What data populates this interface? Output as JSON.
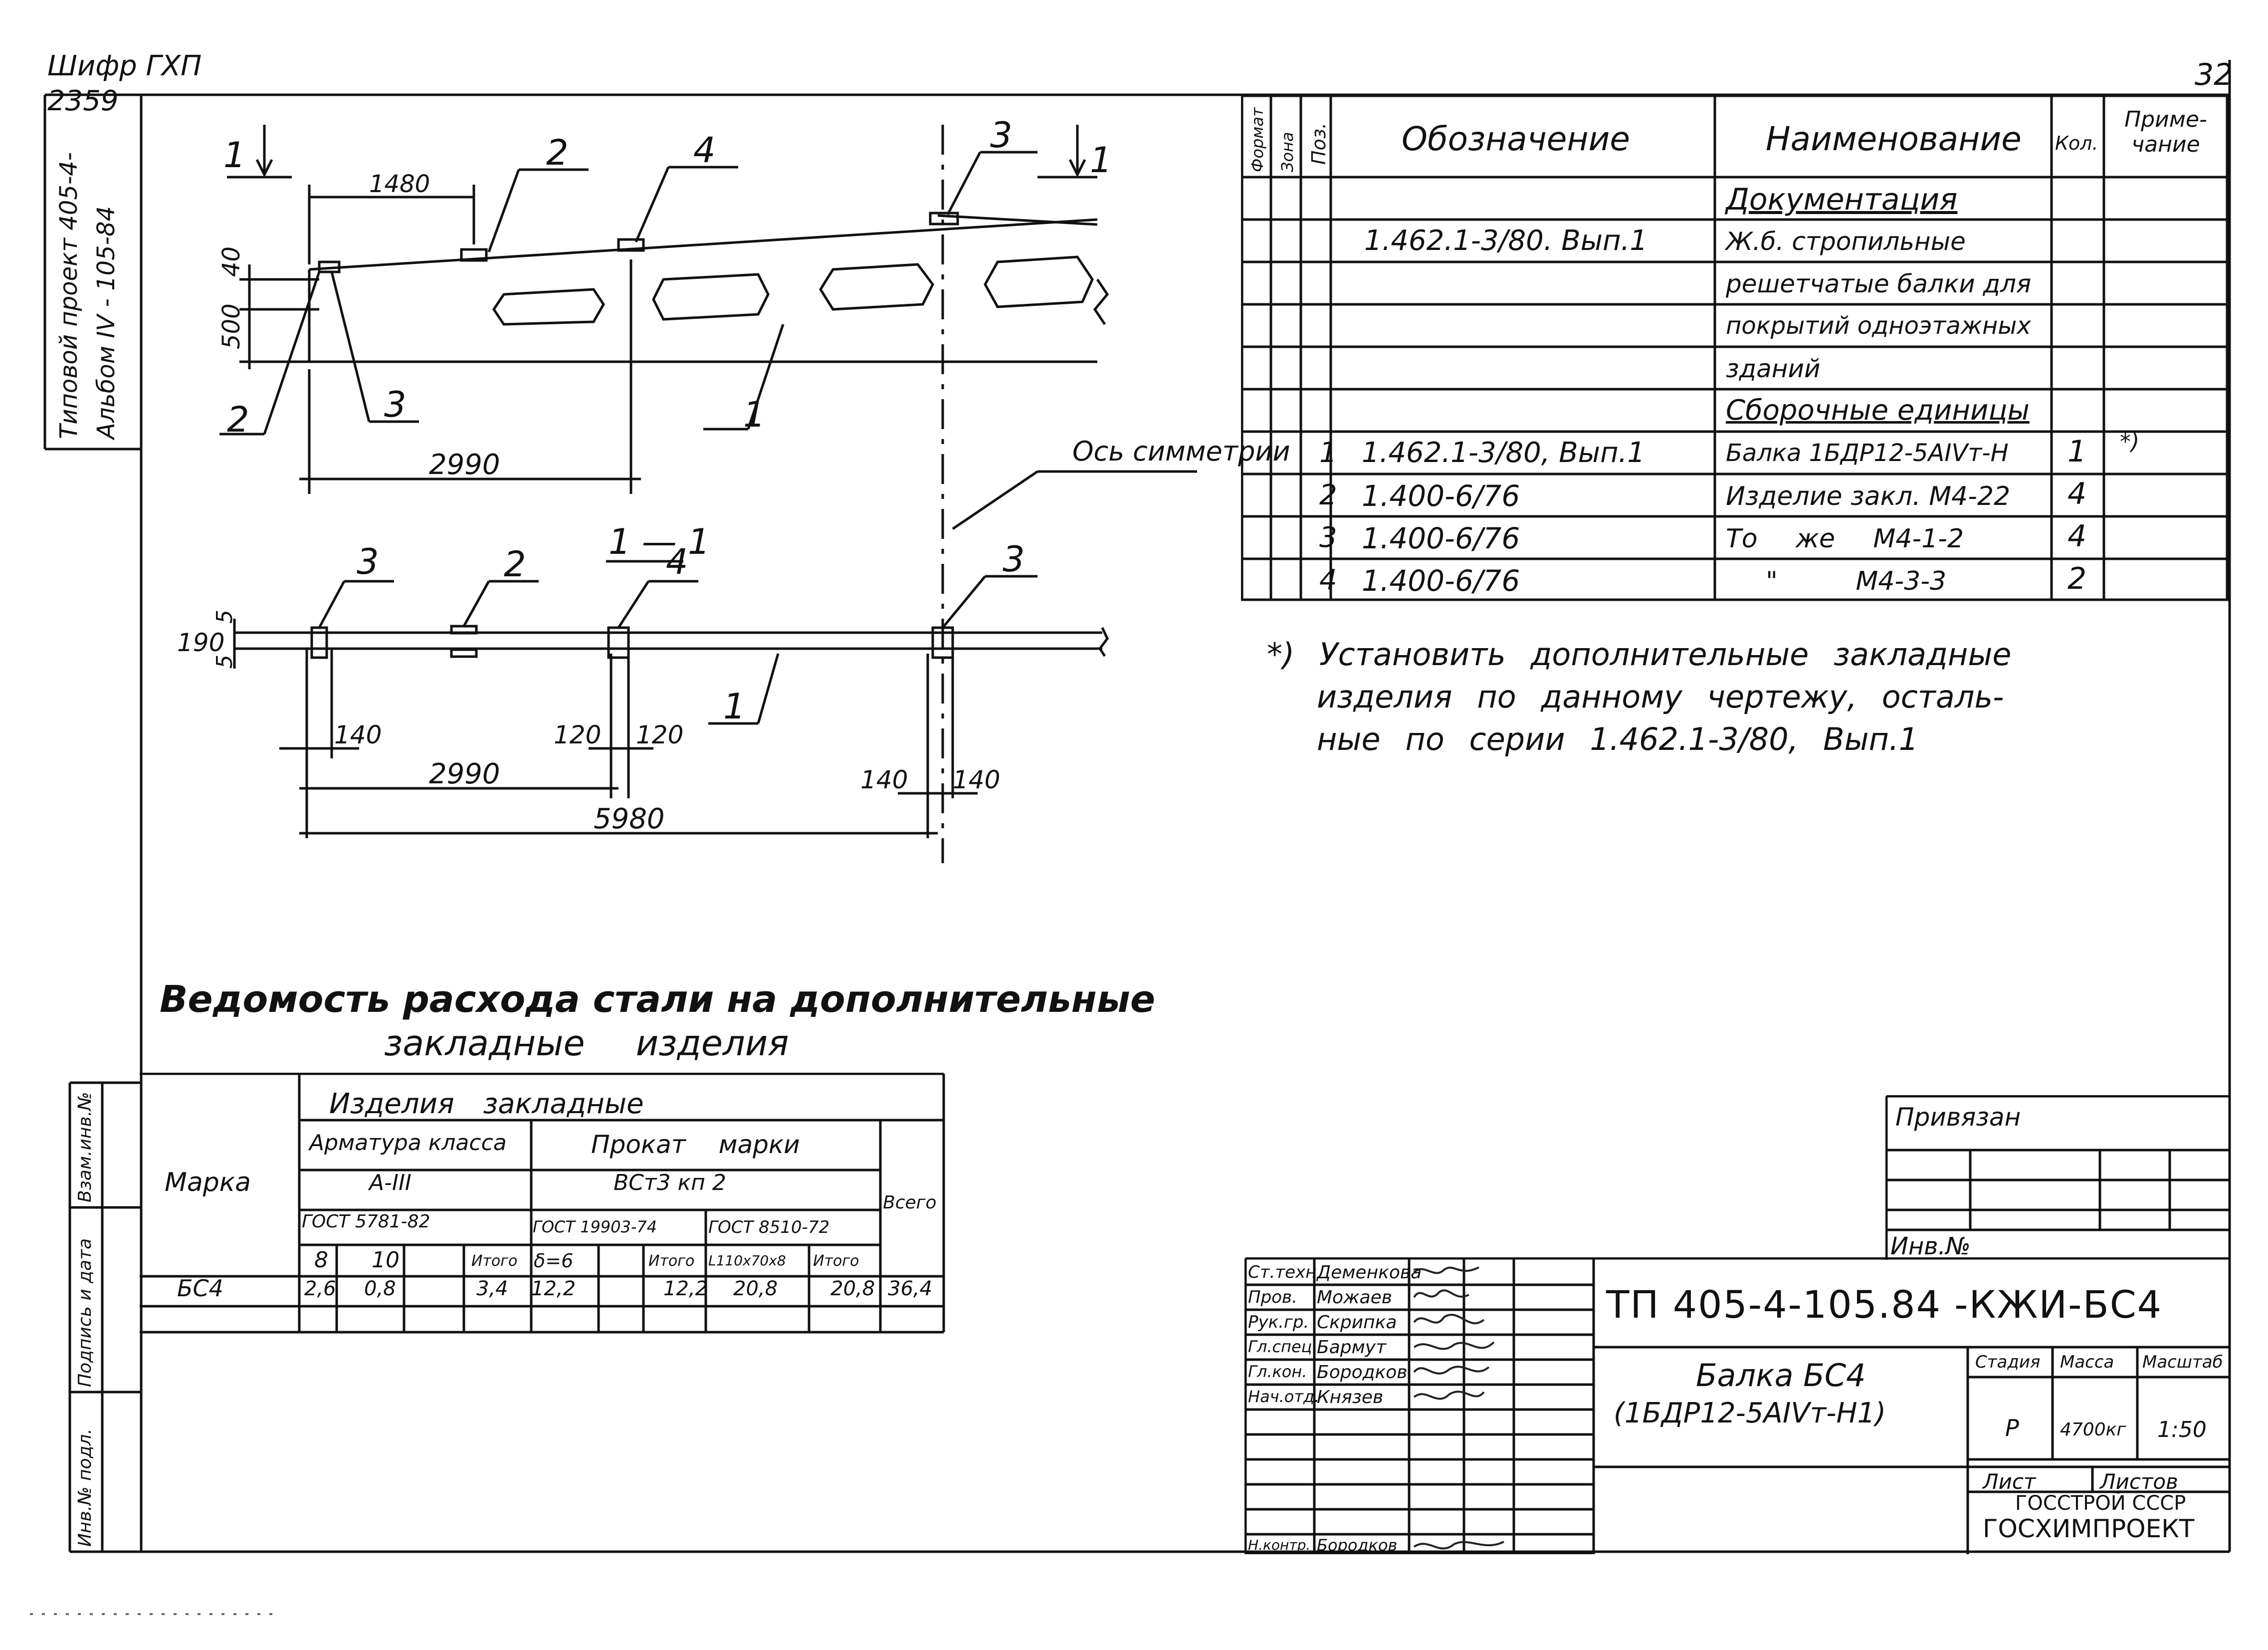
{
  "corner": {
    "line1": "Шифр ГХП",
    "line2": "2359",
    "page_no": "32"
  },
  "side_title": {
    "line1": "Типовой проект 405-4-",
    "line2": "Альбом IV - 105-84"
  },
  "drawing": {
    "elevation": {
      "section_marks": [
        "1",
        "1"
      ],
      "callouts": [
        "1",
        "2",
        "2",
        "3",
        "3",
        "4"
      ],
      "dims": [
        "1480",
        "40",
        "500",
        "2990"
      ],
      "axis_label": "Ось симметрии"
    },
    "section": {
      "title": "1 — 1",
      "callouts": [
        "1",
        "2",
        "3",
        "3",
        "4"
      ],
      "dims": [
        "5",
        "5",
        "190",
        "140",
        "120",
        "120",
        "2990",
        "140",
        "140",
        "5980"
      ]
    }
  },
  "spec_table": {
    "headers": {
      "format": "Формат",
      "zone": "Зона",
      "pos": "Поз.",
      "designation": "Обозначение",
      "name": "Наименование",
      "qty": "Кол.",
      "note": "Приме- чание"
    },
    "rows": [
      {
        "pos": "",
        "designation": "",
        "name": "Документация",
        "qty": "",
        "note": "",
        "underline": true
      },
      {
        "pos": "",
        "designation": "1.462.1-3/80. Вып.1",
        "name": "Ж.б. стропильные",
        "qty": "",
        "note": ""
      },
      {
        "pos": "",
        "designation": "",
        "name": "решетчатые балки для",
        "qty": "",
        "note": ""
      },
      {
        "pos": "",
        "designation": "",
        "name": "покрытий одноэтажных",
        "qty": "",
        "note": ""
      },
      {
        "pos": "",
        "designation": "",
        "name": "зданий",
        "qty": "",
        "note": ""
      },
      {
        "pos": "",
        "designation": "",
        "name": "Сборочные единицы",
        "qty": "",
        "note": "",
        "underline": true
      },
      {
        "pos": "1",
        "designation": "1.462.1-3/80, Вып.1",
        "name": "Балка 1БДР12-5АIVт-Н",
        "qty": "1",
        "note": "*)"
      },
      {
        "pos": "2",
        "designation": "1.400-6/76",
        "name": "Изделие закл. М4-22",
        "qty": "4",
        "note": ""
      },
      {
        "pos": "3",
        "designation": "1.400-6/76",
        "name": "То же М4-1-2",
        "qty": "4",
        "note": ""
      },
      {
        "pos": "4",
        "designation": "1.400-6/76",
        "name": "\" М4-3-3",
        "qty": "2",
        "note": ""
      }
    ]
  },
  "footnote": {
    "line1": "*) Установить дополнительные закладные",
    "line2": "изделия по данному чертежу, осталь-",
    "line3": "ные по серии 1.462.1-3/80, Вып.1"
  },
  "steel_title": {
    "line1": "Ведомость расхода стали на дополнительные",
    "line2": "закладные изделия"
  },
  "steel_table": {
    "marka": "Марка",
    "group": "Изделия закладные",
    "armatura": "Арматура класса",
    "armatura_class": "А-III",
    "armatura_gost": "ГОСТ 5781-82",
    "prokat": "Прокат марки",
    "prokat_mark": "ВСт3 кп 2",
    "prokat_gost1": "ГОСТ 19903-74",
    "prokat_gost2": "ГОСТ 8510-72",
    "total": "Всего",
    "sub_headers": [
      "8",
      "10",
      "",
      "Итого",
      "δ=6",
      "",
      "Итого",
      "L110x70x8",
      "Итого"
    ],
    "row": {
      "marka": "БС4",
      "values": [
        "2,6",
        "0,8",
        "",
        "3,4",
        "12,2",
        "",
        "12,2",
        "20,8",
        "20,8",
        "36,4"
      ]
    }
  },
  "left_stamp": {
    "cells": [
      "Взам.инв.№",
      "Подпись и дата",
      "Инв.№ подл."
    ]
  },
  "privyazan": {
    "label": "Привязан",
    "inv": "Инв.№"
  },
  "title_block": {
    "code": "ТП 405-4-105.84 -КЖИ-БС4",
    "title_line1": "Балка БС4",
    "title_line2": "(1БДР12-5АIVт-Н1)",
    "stage_label": "Стадия",
    "mass_label": "Масса",
    "scale_label": "Масштаб",
    "stage": "Р",
    "mass": "4700кг",
    "scale": "1:50",
    "sheet_label": "Лист",
    "sheets_label": "Листов",
    "org_line1": "ГОССТРОЙ СССР",
    "org_line2": "ГОСХИМПРОЕКТ",
    "signatures": [
      {
        "role": "Ст.техн",
        "name": "Деменкова"
      },
      {
        "role": "Пров.",
        "name": "Можаев"
      },
      {
        "role": "Рук.гр.",
        "name": "Скрипка"
      },
      {
        "role": "Гл.спец.",
        "name": "Бармут"
      },
      {
        "role": "Гл.кон.",
        "name": "Бородков"
      },
      {
        "role": "Нач.отд.",
        "name": "Князев"
      }
    ],
    "n_kontr": {
      "role": "Н.контр.",
      "name": "Бородков"
    }
  }
}
